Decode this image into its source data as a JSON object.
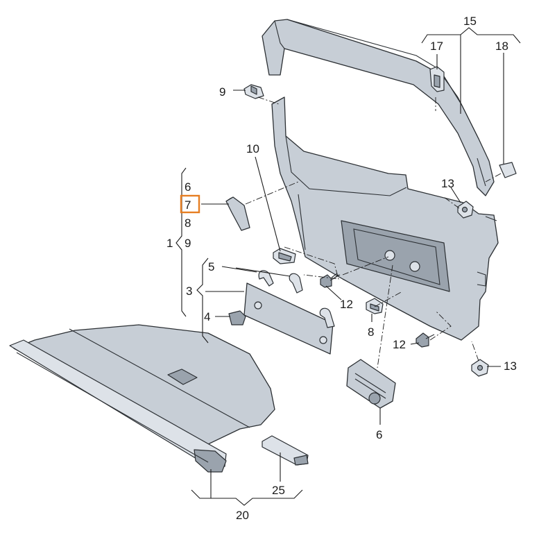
{
  "callouts": {
    "c1": "1",
    "c3": "3",
    "c4": "4",
    "c5": "5",
    "c6a": "6",
    "c6b": "6",
    "c7": "7",
    "c8a": "8",
    "c8b": "8",
    "c9a": "9",
    "c9b": "9",
    "c10": "10",
    "c12a": "12",
    "c12b": "12",
    "c13a": "13",
    "c13b": "13",
    "c15": "15",
    "c17": "17",
    "c18": "18",
    "c20": "20",
    "c25": "25"
  },
  "highlighted_callout": "7",
  "colors": {
    "part_fill": "#c7ced6",
    "highlight": "#e67e22"
  }
}
